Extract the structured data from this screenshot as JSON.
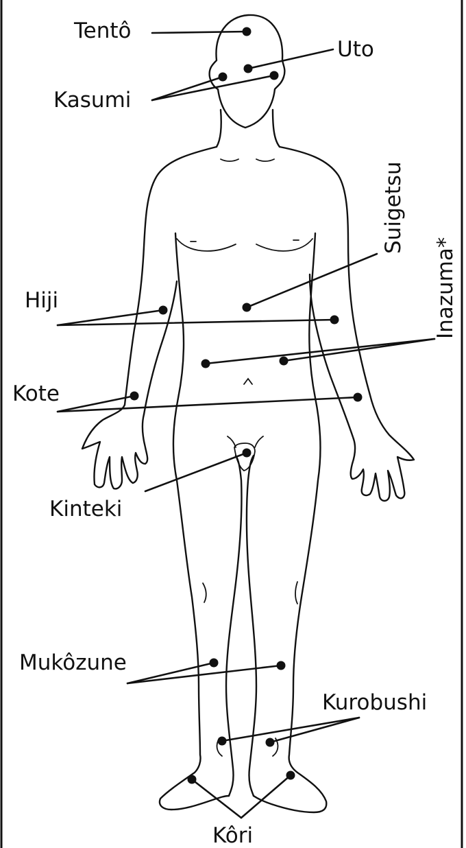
{
  "labels": {
    "tento": "Tentô",
    "uto": "Uto",
    "kasumi": "Kasumi",
    "suigetsu": "Suigetsu",
    "inazuma": "Inazuma*",
    "hiji": "Hiji",
    "kote": "Kote",
    "kinteki": "Kinteki",
    "mukozune": "Mukôzune",
    "kurobushi": "Kurobushi",
    "kori": "Kôri"
  }
}
